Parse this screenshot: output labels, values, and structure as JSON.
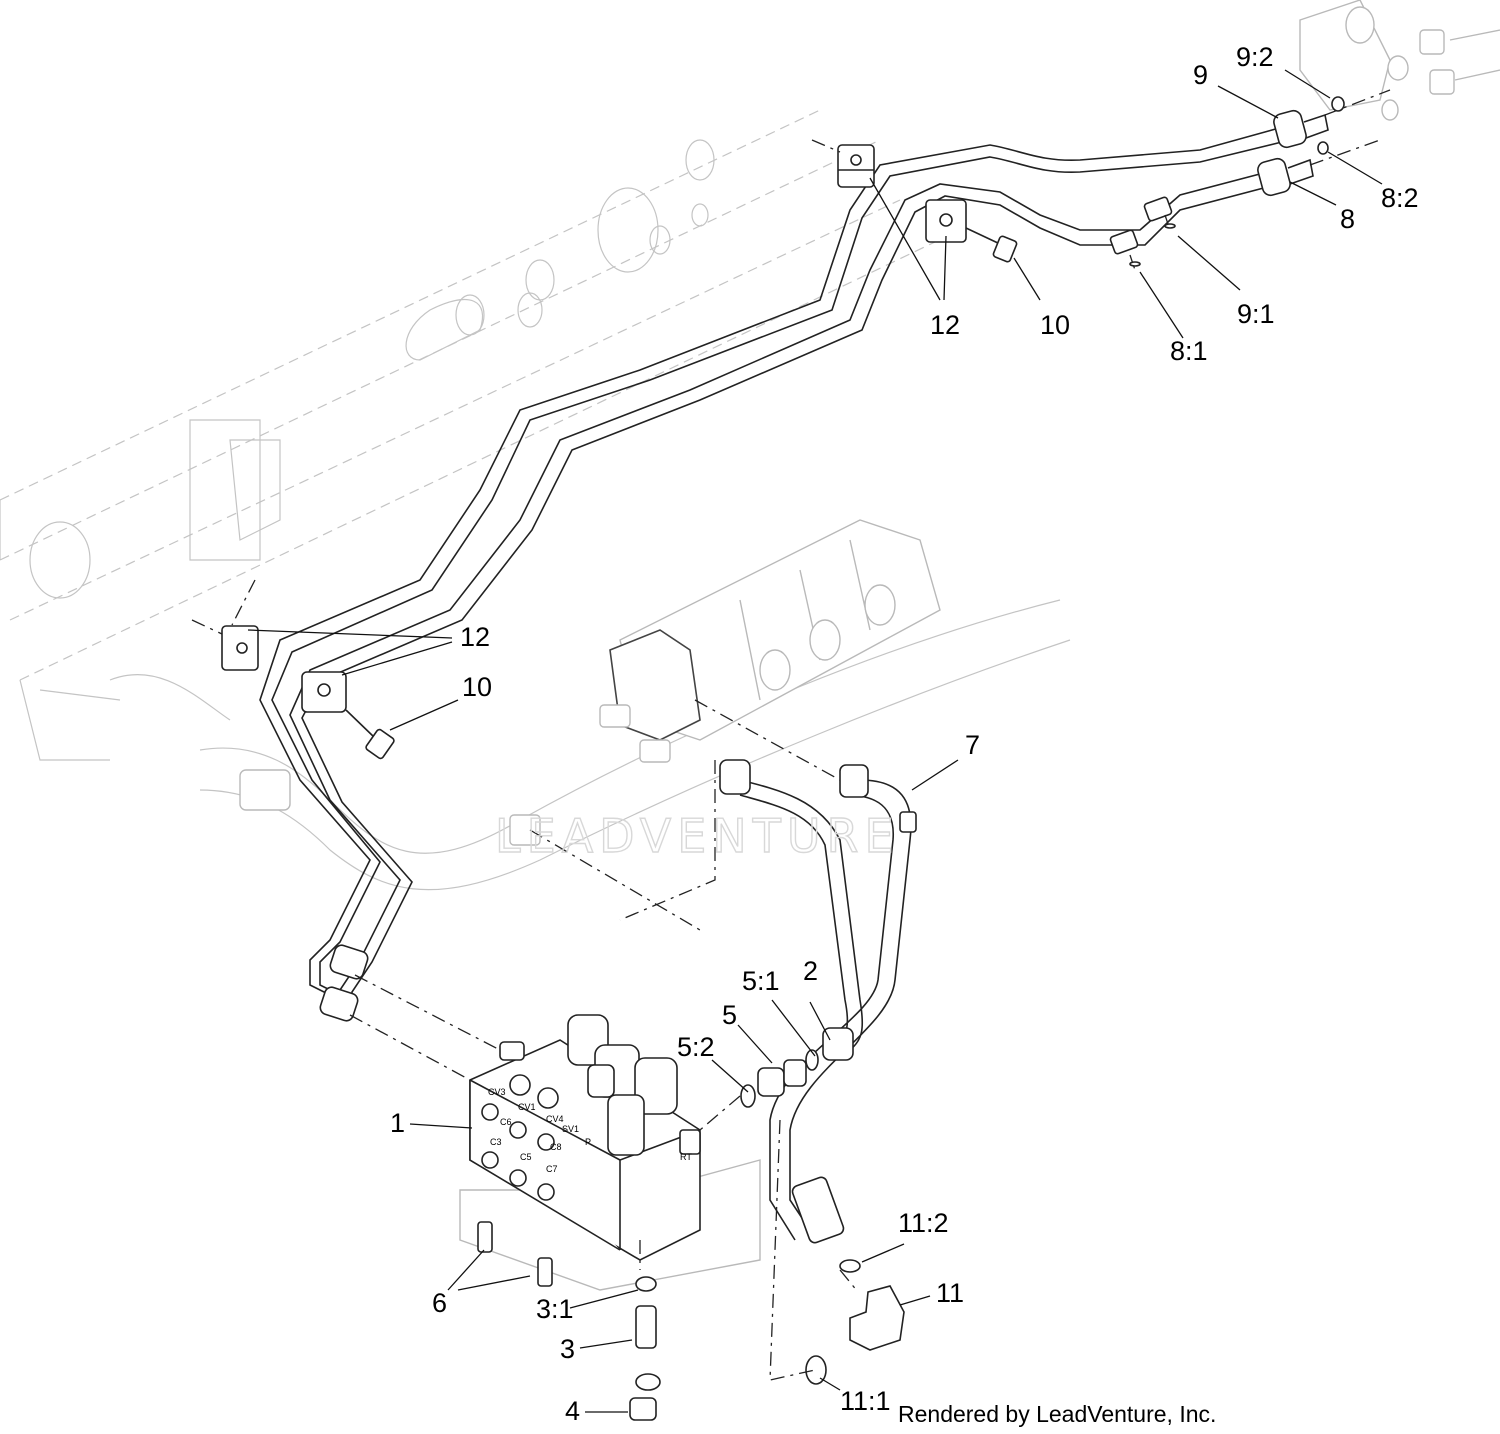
{
  "diagram": {
    "callouts": [
      {
        "id": "c-9-2",
        "text": "9:2"
      },
      {
        "id": "c-9",
        "text": "9"
      },
      {
        "id": "c-8-2",
        "text": "8:2"
      },
      {
        "id": "c-8",
        "text": "8"
      },
      {
        "id": "c-12-top",
        "text": "12"
      },
      {
        "id": "c-10-top",
        "text": "10"
      },
      {
        "id": "c-9-1",
        "text": "9:1"
      },
      {
        "id": "c-8-1",
        "text": "8:1"
      },
      {
        "id": "c-12-mid",
        "text": "12"
      },
      {
        "id": "c-10-mid",
        "text": "10"
      },
      {
        "id": "c-7",
        "text": "7"
      },
      {
        "id": "c-5-1",
        "text": "5:1"
      },
      {
        "id": "c-2",
        "text": "2"
      },
      {
        "id": "c-5",
        "text": "5"
      },
      {
        "id": "c-5-2",
        "text": "5:2"
      },
      {
        "id": "c-1",
        "text": "1"
      },
      {
        "id": "c-11-2",
        "text": "11:2"
      },
      {
        "id": "c-11",
        "text": "11"
      },
      {
        "id": "c-6",
        "text": "6"
      },
      {
        "id": "c-3-1",
        "text": "3:1"
      },
      {
        "id": "c-3",
        "text": "3"
      },
      {
        "id": "c-11-1",
        "text": "11:1"
      },
      {
        "id": "c-4",
        "text": "4"
      }
    ],
    "valve_port_labels": [
      "CV3",
      "CV1",
      "CV4",
      "SV1",
      "C6",
      "C3",
      "C5",
      "C7",
      "C8",
      "RT",
      "P"
    ]
  },
  "credit": "Rendered by LeadVenture, Inc.",
  "watermark": "LEADVENTURE"
}
